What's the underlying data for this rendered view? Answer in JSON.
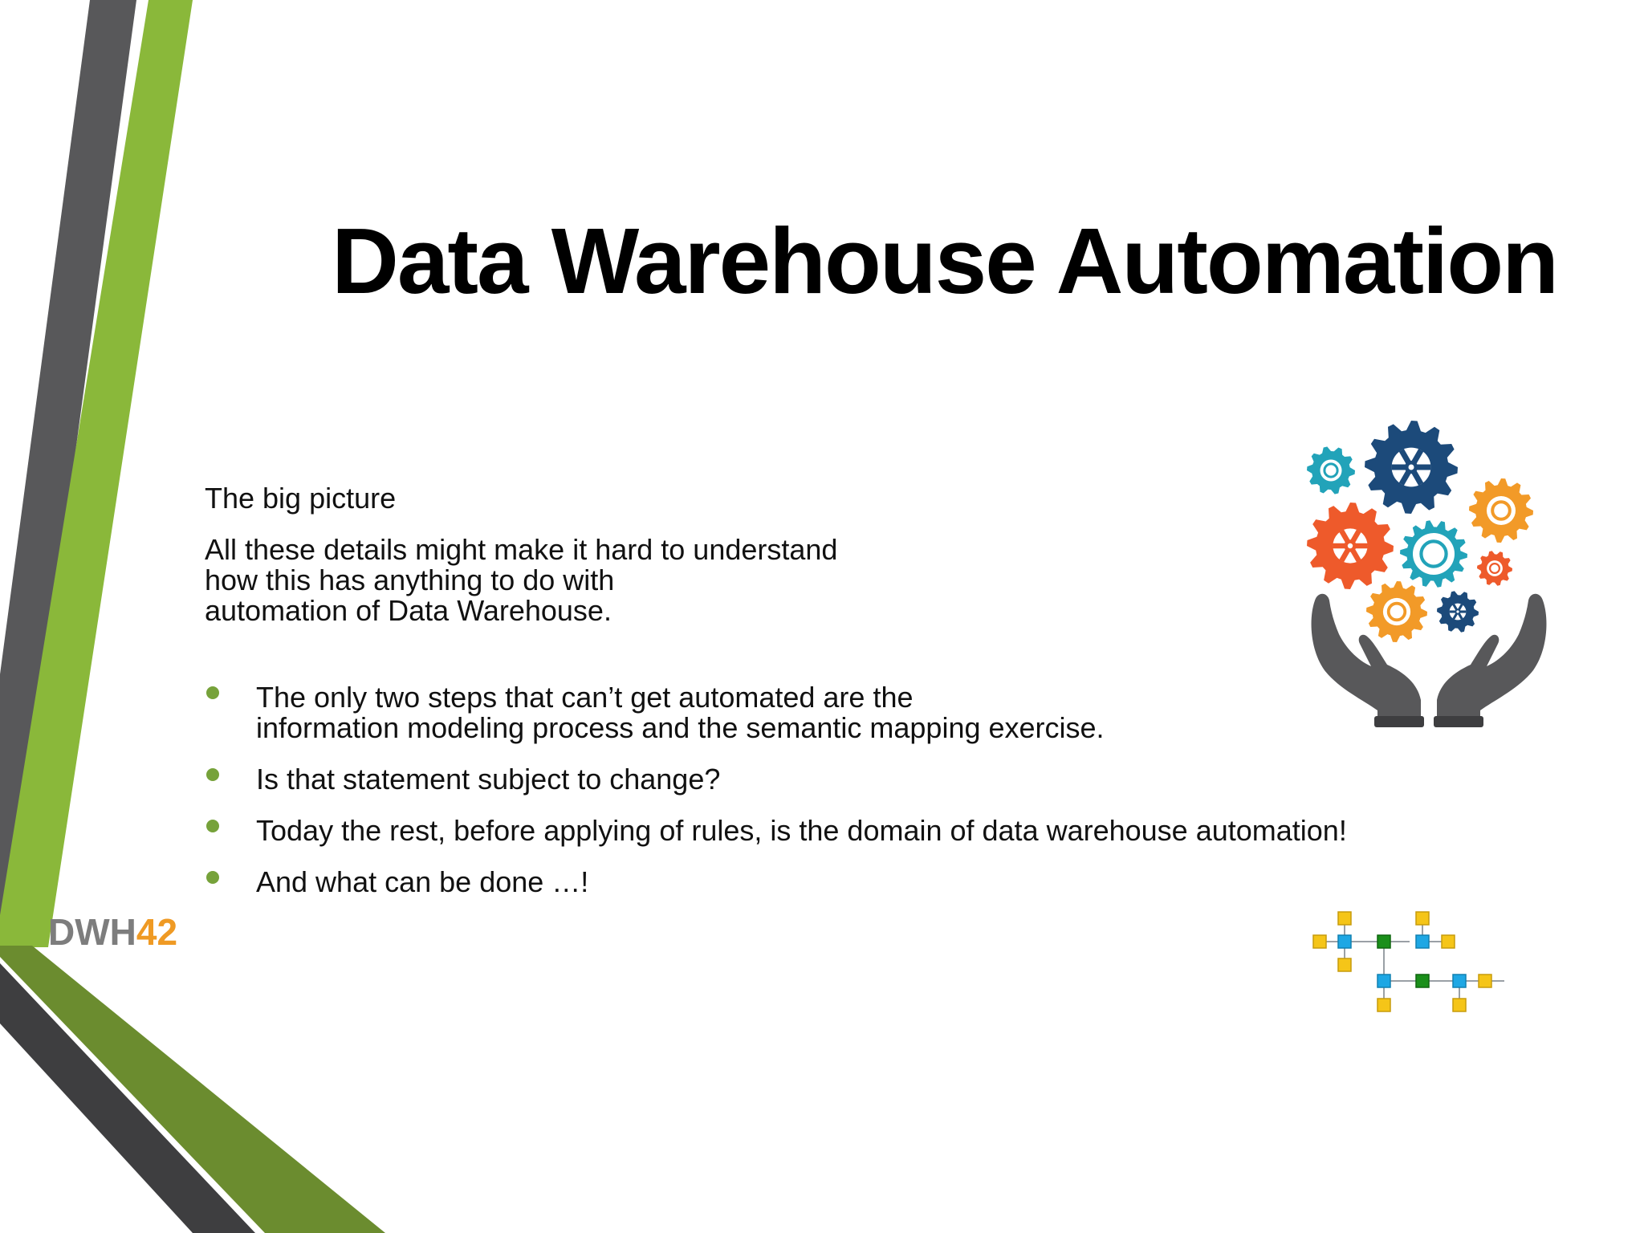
{
  "slide": {
    "title": "Data Warehouse Automation",
    "logo": {
      "part1": "DWH",
      "part2": "42"
    },
    "intro": {
      "heading": "The big picture",
      "paragraph": "All these details might make it hard to understand\nhow this has anything to do with\nautomation of Data Warehouse."
    },
    "bullets": [
      "The only two steps that can’t get automated are the\ninformation modeling process and the semantic mapping exercise.",
      "Is that statement subject to change?",
      "Today the rest, before applying of rules, is the domain of data warehouse automation!",
      "And what can be done …!"
    ]
  },
  "icons": {
    "illustration": "gears-in-hands-icon",
    "diagram": "network-diagram-icon"
  },
  "colors": {
    "green": "#8ab83a",
    "dark_green": "#6b8c2f",
    "gray": "#58585a",
    "dark_gray": "#3e3e40",
    "bullet": "#76a23a",
    "logo_gray": "#7d7d7d",
    "logo_orange": "#ef9a24",
    "gear_navy": "#1c4a7a",
    "gear_teal": "#22a3b9",
    "gear_orange": "#f29a28",
    "gear_red": "#ee5a2b"
  }
}
